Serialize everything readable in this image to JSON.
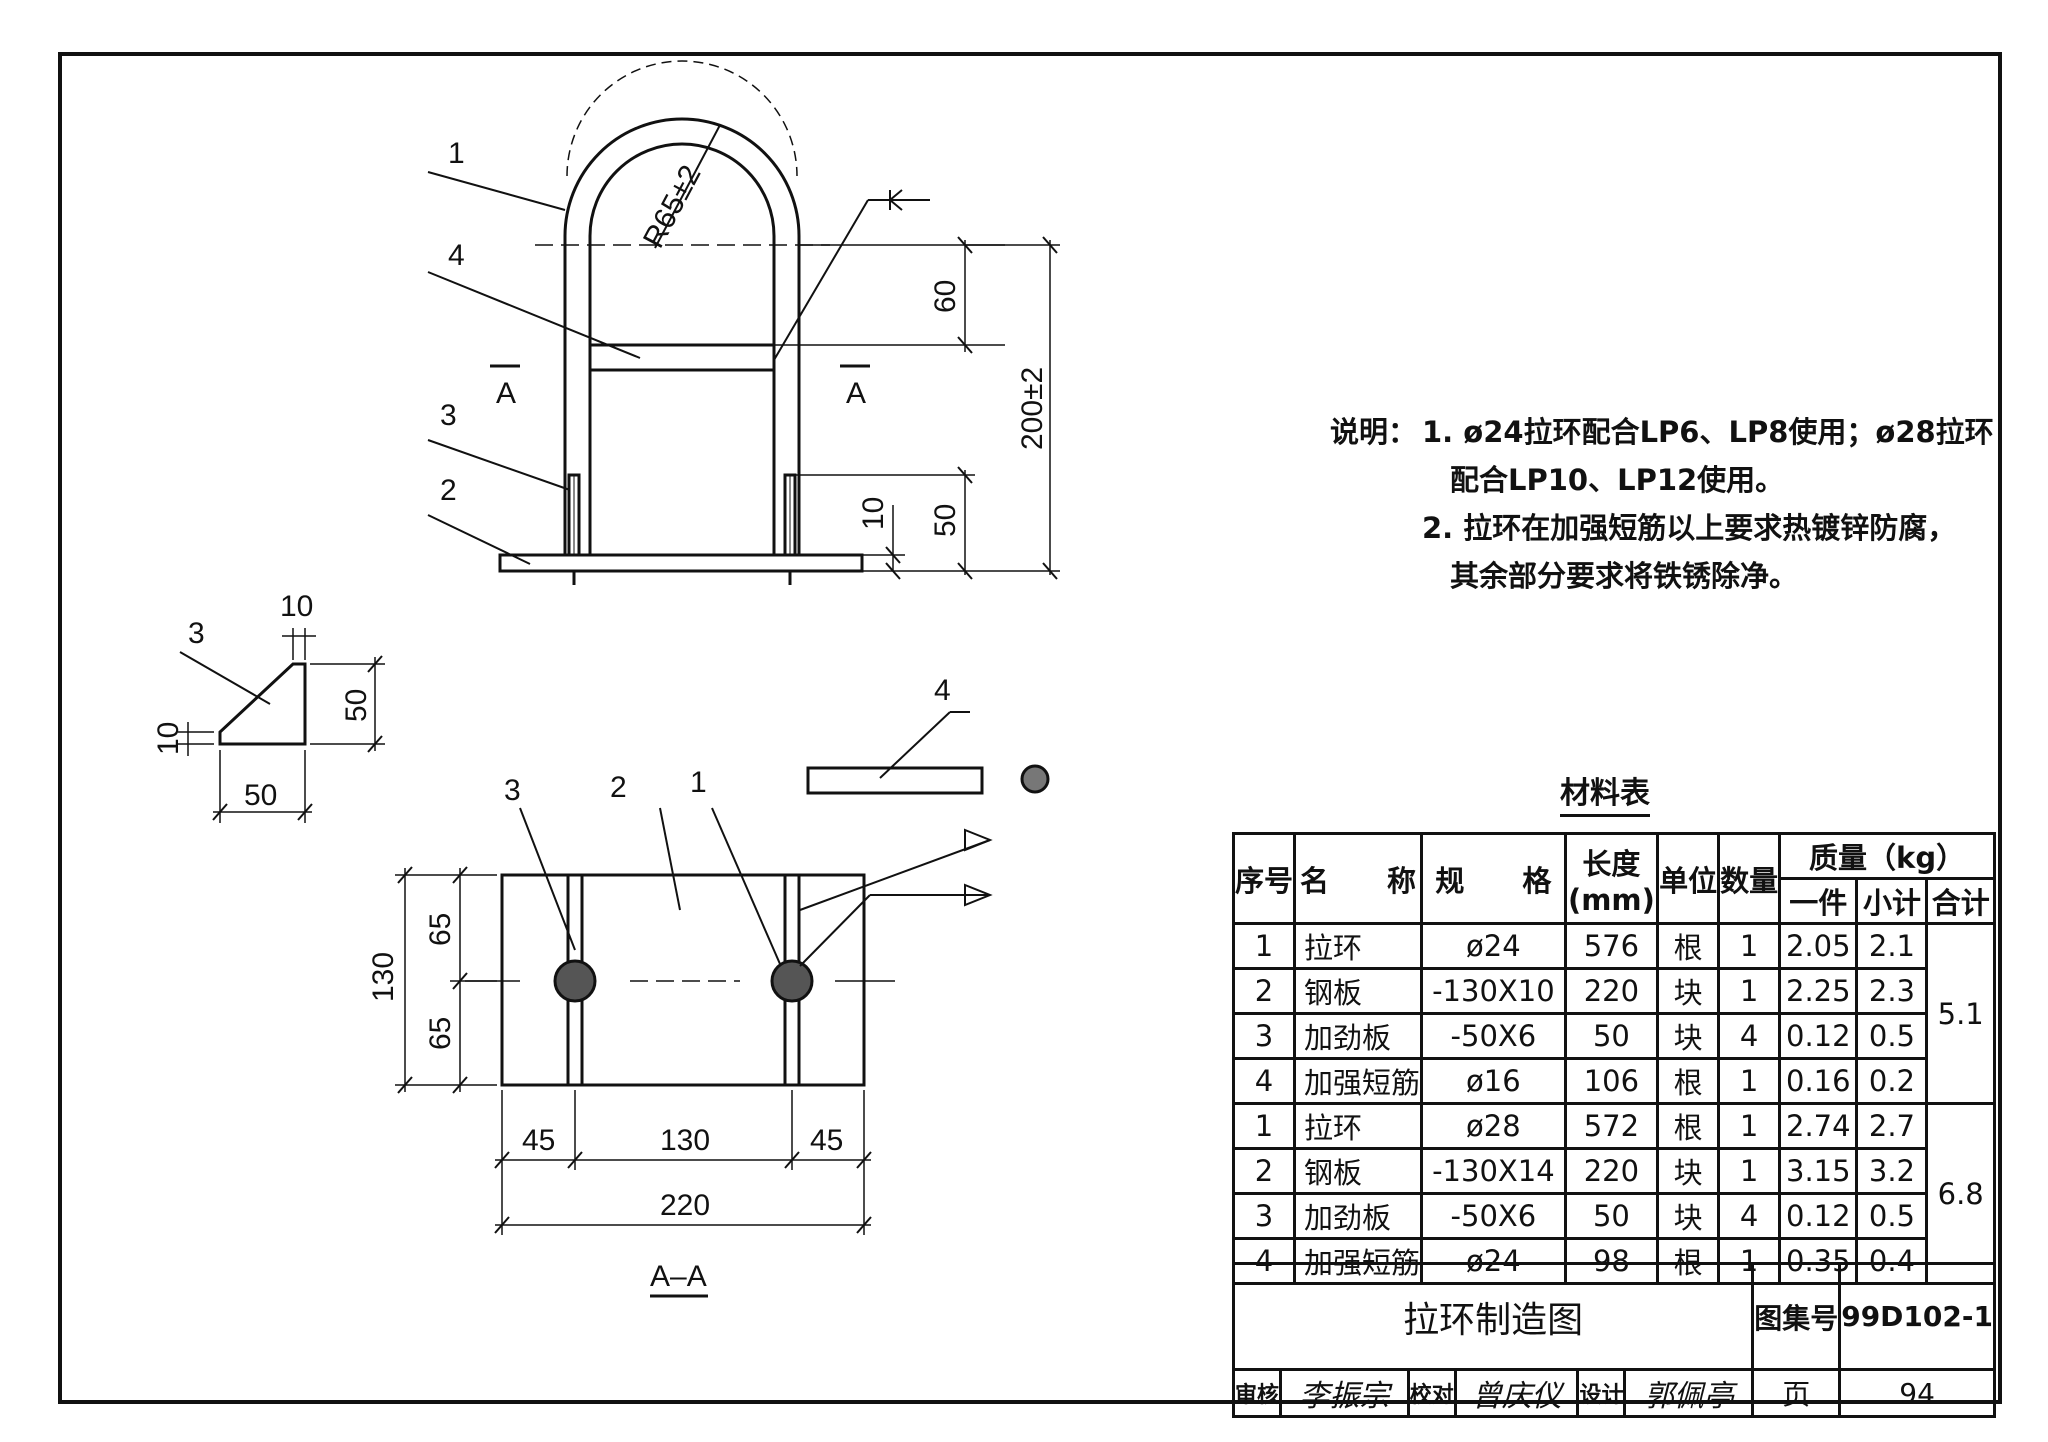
{
  "elevation": {
    "part_labels": [
      "1",
      "4",
      "3",
      "2"
    ],
    "radius_label": "R65±2",
    "section_mark_left": "A",
    "section_mark_right": "A",
    "dims": {
      "d60": "60",
      "d200": "200±2",
      "d50": "50",
      "d10": "10"
    }
  },
  "stiffener": {
    "part_label": "3",
    "dims": {
      "top": "10",
      "height": "50",
      "width": "50",
      "corner": "10"
    }
  },
  "section_aa": {
    "part_labels": [
      "3",
      "2",
      "1"
    ],
    "dims": {
      "h130": "130",
      "h65a": "65",
      "h65b": "65",
      "w45a": "45",
      "w130": "130",
      "w45b": "45",
      "w220": "220"
    },
    "caption": "A–A"
  },
  "short_bar": {
    "part_label": "4"
  },
  "notes": {
    "prefix": "说明：",
    "line1": "1. ø24拉环配合LP6、LP8使用；ø28拉环",
    "line1b": "配合LP10、LP12使用。",
    "line2": "2. 拉环在加强短筋以上要求热镀锌防腐，",
    "line2b": "其余部分要求将铁锈除净。"
  },
  "materials": {
    "title": "材料表",
    "headers": {
      "no": "序号",
      "name": "名　　称",
      "spec": "规　　格",
      "length": "长度",
      "length_unit": "(mm)",
      "unit": "单位",
      "qty": "数量",
      "mass": "质量（kg）",
      "each": "一件",
      "subtotal": "小计",
      "total": "合计"
    },
    "rows": [
      {
        "no": "1",
        "name": "拉环",
        "spec": "ø24",
        "length": "576",
        "unit": "根",
        "qty": "1",
        "each": "2.05",
        "subtotal": "2.1"
      },
      {
        "no": "2",
        "name": "钢板",
        "spec": "-130X10",
        "length": "220",
        "unit": "块",
        "qty": "1",
        "each": "2.25",
        "subtotal": "2.3"
      },
      {
        "no": "3",
        "name": "加劲板",
        "spec": "-50X6",
        "length": "50",
        "unit": "块",
        "qty": "4",
        "each": "0.12",
        "subtotal": "0.5"
      },
      {
        "no": "4",
        "name": "加强短筋",
        "spec": "ø16",
        "length": "106",
        "unit": "根",
        "qty": "1",
        "each": "0.16",
        "subtotal": "0.2"
      },
      {
        "no": "1",
        "name": "拉环",
        "spec": "ø28",
        "length": "572",
        "unit": "根",
        "qty": "1",
        "each": "2.74",
        "subtotal": "2.7"
      },
      {
        "no": "2",
        "name": "钢板",
        "spec": "-130X14",
        "length": "220",
        "unit": "块",
        "qty": "1",
        "each": "3.15",
        "subtotal": "3.2"
      },
      {
        "no": "3",
        "name": "加劲板",
        "spec": "-50X6",
        "length": "50",
        "unit": "块",
        "qty": "4",
        "each": "0.12",
        "subtotal": "0.5"
      },
      {
        "no": "4",
        "name": "加强短筋",
        "spec": "ø24",
        "length": "98",
        "unit": "根",
        "qty": "1",
        "each": "0.35",
        "subtotal": "0.4"
      }
    ],
    "total_group1": "5.1",
    "total_group2": "6.8"
  },
  "title_block": {
    "drawing_title": "拉环制造图",
    "atlas_label": "图集号",
    "atlas_no": "99D102-1",
    "review_label": "审核",
    "review_sig": "李振宗",
    "check_label": "校对",
    "check_sig": "曾庆仪",
    "design_label": "设计",
    "design_sig": "郭佩亭",
    "page_label": "页",
    "page_no": "94"
  }
}
